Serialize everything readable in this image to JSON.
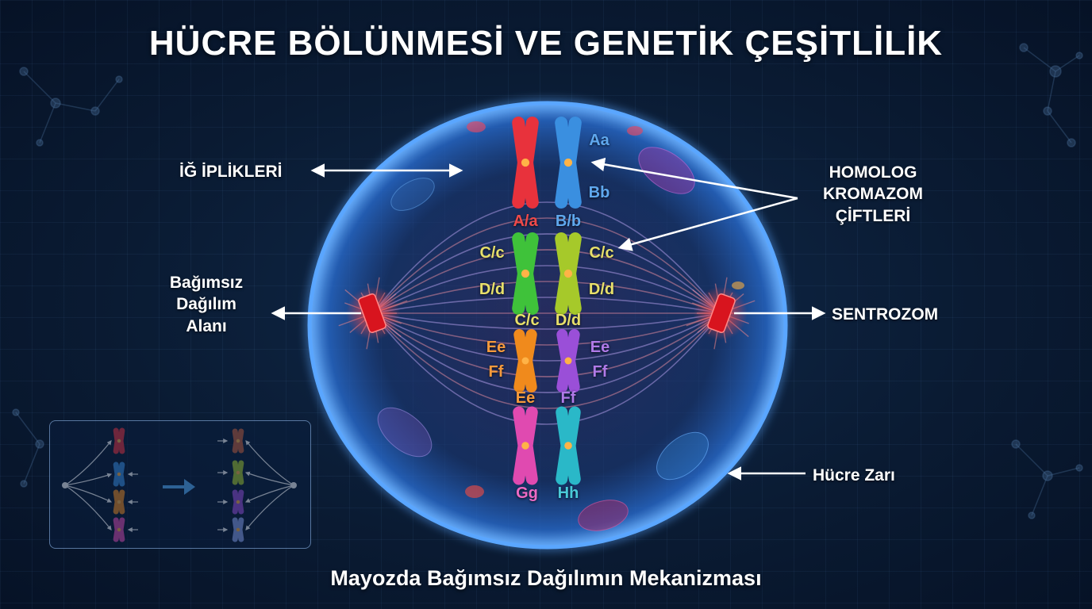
{
  "title": "HÜCRE BÖLÜNMESİ VE GENETİK ÇEŞİTLİLİK",
  "subtitle": "Mayozda Bağımsız Dağılımın Mekanizması",
  "labels": {
    "spindle": "İĞ İPLİKLERİ",
    "homolog_1": "HOMOLOG",
    "homolog_2": "KROMAZOM",
    "homolog_3": "ÇİFTLERİ",
    "assortment_1": "Bağımsız",
    "assortment_2": "Dağılım",
    "assortment_3": "Alanı",
    "centrosome": "SENTROZOM",
    "membrane": "Hücre Zarı"
  },
  "genes": {
    "aa_top": "Aa",
    "bb_top": "Bb",
    "a_a": "A/a",
    "b_b": "B/b",
    "c_left": "C/c",
    "c_right": "C/c",
    "d_left": "D/d",
    "d_right": "D/d",
    "c_bottom": "C/c",
    "d_bottom": "D/d",
    "ee_left": "Ee",
    "ff_left": "Ff",
    "ee_right": "Ee",
    "ff_right": "Ff",
    "ee_bottom": "Ee",
    "ff_bottom": "Ff",
    "gg": "Gg",
    "hh": "Hh"
  },
  "colors": {
    "pair_a": "#e8323c",
    "pair_b": "#3a8fe0",
    "pair_c": "#3fc23a",
    "pair_d": "#a6c92a",
    "pair_e": "#f08a1c",
    "pair_f": "#9a4fd8",
    "pair_g": "#e04ab0",
    "pair_h": "#2ab8c8",
    "centrosome": "#d8141e",
    "membrane": "#3f8ef0"
  }
}
